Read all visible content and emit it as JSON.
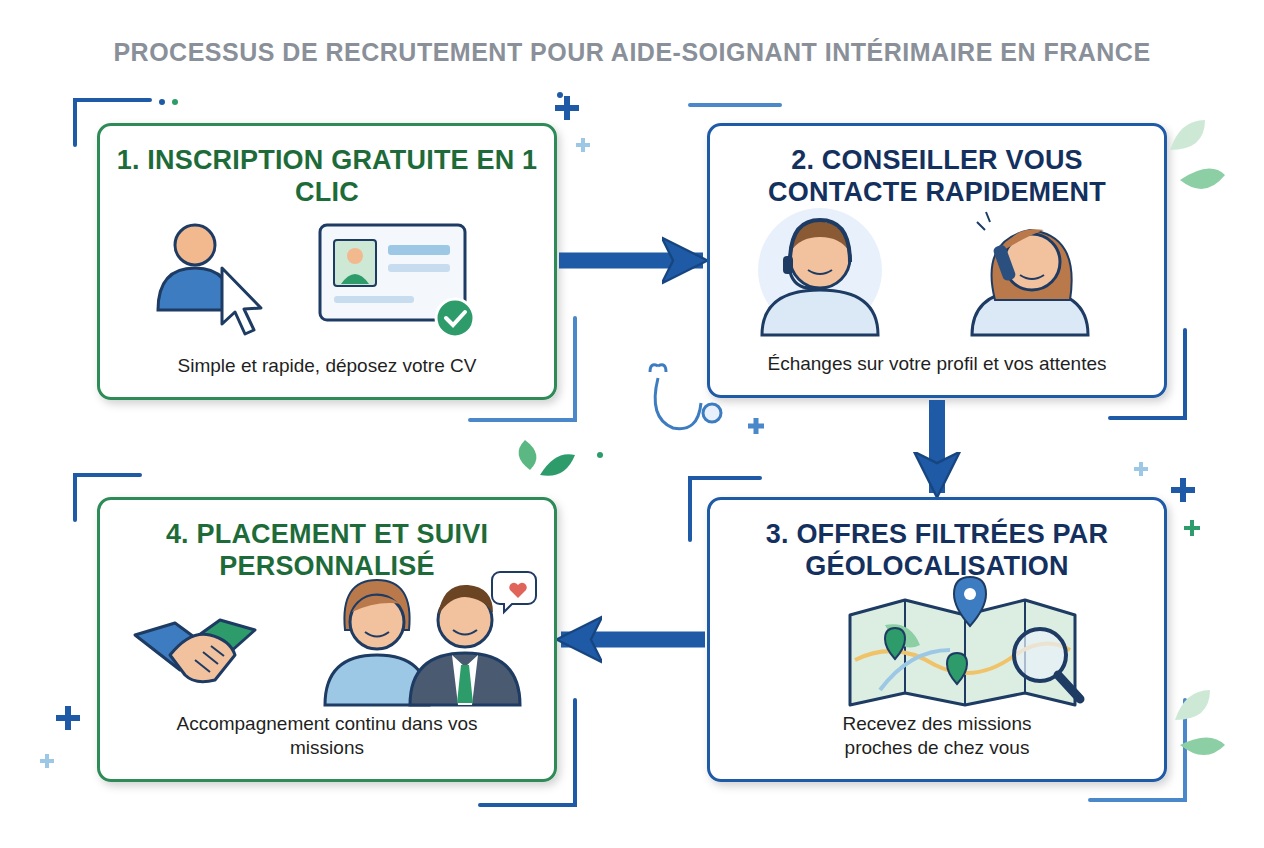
{
  "diagram": {
    "title": "PROCESSUS DE RECRUTEMENT POUR AIDE-SOIGNANT INTÉRIMAIRE EN FRANCE",
    "nodes": [
      {
        "text": [
          "1. INSCRIPTION GRATUITE EN 1 CLIC",
          "Simple et rapide, déposez votre CV"
        ]
      },
      {
        "text": [
          "2. CONSEILLER VOUS CONTACTE RAPIDEMENT",
          "Échanges sur votre profil et vos attentes"
        ]
      },
      {
        "text": [
          "3. OFFRES FILTRÉES PAR GÉOLOCALISATION",
          "Recevez des missions proches de chez vous"
        ]
      },
      {
        "text": [
          "4. PLACEMENT ET SUIVI PERSONNALISÉ",
          "Accompagnement continu dans vos missions"
        ]
      }
    ],
    "edges": [
      {
        "from": 0,
        "to": 1,
        "arrow": "to"
      },
      {
        "from": 1,
        "to": 2,
        "arrow": "to"
      },
      {
        "from": 2,
        "to": 3,
        "arrow": "to"
      }
    ]
  }
}
